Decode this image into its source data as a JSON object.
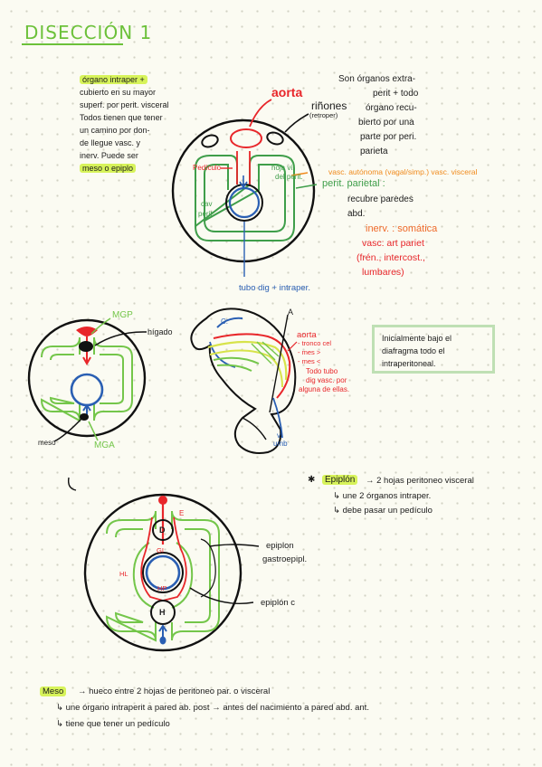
{
  "title": "DISECCIÓN 1",
  "intro_left": {
    "lines": [
      "órgano intraper +",
      "cubierto en su mayor",
      "superf. por perit. visceral",
      "Todos tienen que tener",
      "un camino por don-",
      "de llegue vasc. y",
      "inerv. Puede ser",
      "meso o epiplo"
    ]
  },
  "intro_right": {
    "lines": [
      "Son órganos extra-",
      "perit + todo",
      "órgano recu-",
      "bierto por una",
      "parte por peri.",
      "parieta"
    ]
  },
  "diagram1": {
    "aorta": "aorta",
    "rinones": "riñones",
    "retroper": "(retroper)",
    "pediculo": "Pedículo",
    "hoja_visc": "hoja vi.",
    "del_perit": "del perit.",
    "cav_1": "cav",
    "cav_2": "perit.",
    "vasc_autonoma": "vasc. autónoma (vagal/simp.) vasc. visceral",
    "perit_parietal": "perit. parietal :",
    "recubre_1": "recubre paredes",
    "recubre_2": "abd.",
    "inerv": "inerv. : somática",
    "vasc_art": "vasc: art pariet",
    "vasc_detail_1": "(frén., intercost.,",
    "vasc_detail_2": "lumbares)",
    "tubo": "tubo dig + intraper."
  },
  "diagram2": {
    "mgp": "MGP",
    "higado": "hígado",
    "meso": "meso",
    "mga": "MGA"
  },
  "diagram3": {
    "c": "C.",
    "a": "A",
    "aorta": "aorta",
    "tronco": "- tronco cel",
    "mes1": "- mes >",
    "mes2": "- mes <",
    "todo_1": "Todo tubo",
    "todo_2": "dig vasc. por",
    "todo_3": "alguna de ellas.",
    "v": "v.",
    "umb": "umb"
  },
  "box": {
    "lines": [
      "Inicialmente bajo el",
      "diafragma todo el",
      "intraperitoneal."
    ]
  },
  "epiplon": {
    "star": "✱",
    "label": "Epiplón",
    "def": "→ 2 hojas peritoneo visceral",
    "une": "↳ une 2 órganos intraper.",
    "debe": "↳ debe pasar un pedículo"
  },
  "arrow_hook": "↳",
  "diagram4": {
    "d": "D",
    "e": "E",
    "gi": "GI",
    "hl": "HL",
    "hp": "HP",
    "h": "H",
    "epiplon_g1": "epiplon",
    "epiplon_g2": "gastroepipl.",
    "epiplon_c": "epiplón c"
  },
  "meso_def": {
    "label": "Meso",
    "line1": "→ hueco entre 2 hojas de peritoneo par. o visceral",
    "line2": "↳ une órgano intraperit a pared ab. post → antes del nacimiento a pared abd. ant.",
    "line3": "↳ tiene que tener un pedículo"
  },
  "colors": {
    "green": "#3f9e4a",
    "light_green": "#74c64a",
    "red": "#e8262a",
    "blue": "#2a5fb3",
    "orange": "#f08a1c",
    "highlight": "#d7f35a"
  }
}
